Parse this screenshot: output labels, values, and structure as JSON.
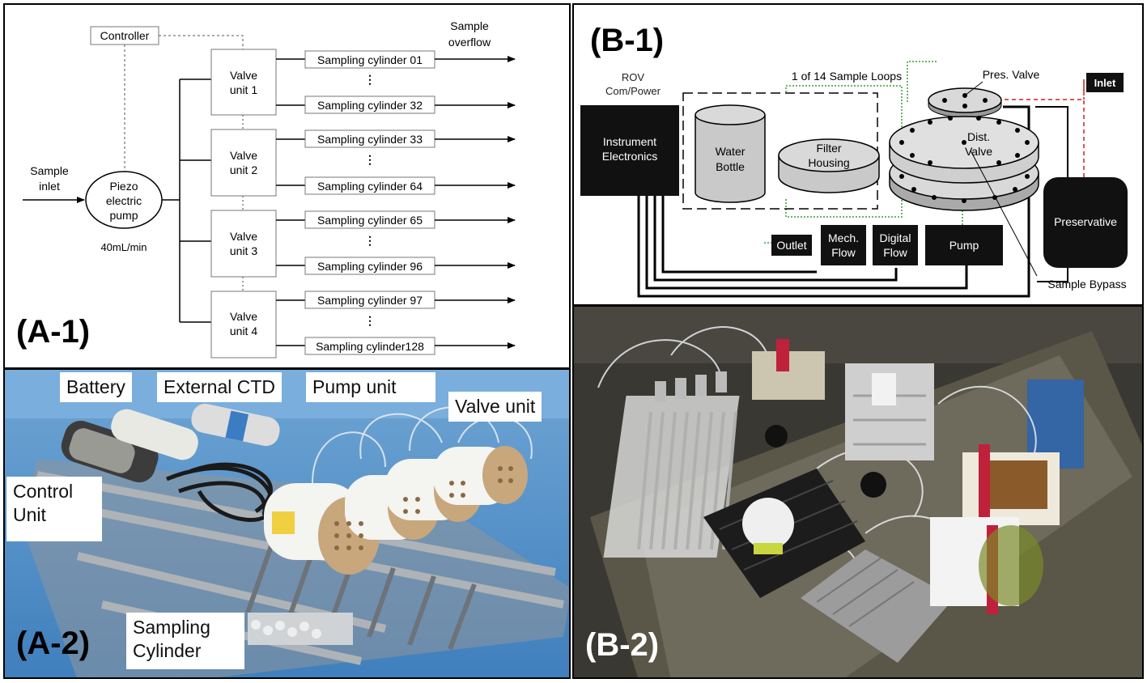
{
  "panels": {
    "a1": {
      "label": "(A-1)",
      "controller": "Controller",
      "sample_inlet": [
        "Sample",
        "inlet"
      ],
      "pump": [
        "Piezo",
        "electric",
        "pump"
      ],
      "flow_rate": "40mL/min",
      "sample_overflow": [
        "Sample",
        "overflow"
      ],
      "valve_units": [
        [
          "Valve",
          "unit 1"
        ],
        [
          "Valve",
          "unit 2"
        ],
        [
          "Valve",
          "unit 3"
        ],
        [
          "Valve",
          "unit 4"
        ]
      ],
      "cylinders": [
        "Sampling cylinder 01",
        "Sampling cylinder 32",
        "Sampling cylinder 33",
        "Sampling cylinder 64",
        "Sampling cylinder 65",
        "Sampling cylinder 96",
        "Sampling cylinder 97",
        "Sampling cylinder128"
      ]
    },
    "b1": {
      "label": "(B-1)",
      "rov": [
        "ROV",
        "Com/Power"
      ],
      "electronics": [
        "Instrument",
        "Electronics"
      ],
      "sample_loops": "1 of 14 Sample Loops",
      "water_bottle": [
        "Water",
        "Bottle"
      ],
      "filter_housing": [
        "Filter",
        "Housing"
      ],
      "pres_valve": "Pres. Valve",
      "inlet": "Inlet",
      "dist_valve": [
        "Dist.",
        "Valve"
      ],
      "preservative": "Preservative",
      "outlet": "Outlet",
      "mech_flow": [
        "Mech.",
        "Flow"
      ],
      "digital_flow": [
        "Digital",
        "Flow"
      ],
      "pump": "Pump",
      "sample_bypass": "Sample Bypass"
    },
    "a2": {
      "label": "(A-2)",
      "callouts": {
        "battery": "Battery",
        "external_ctd": "External CTD",
        "pump_unit": "Pump unit",
        "valve_unit": "Valve unit",
        "control_unit": [
          "Control",
          "Unit"
        ],
        "sampling_cylinder": [
          "Sampling",
          "Cylinder"
        ]
      }
    },
    "b2": {
      "label": "(B-2)"
    }
  }
}
